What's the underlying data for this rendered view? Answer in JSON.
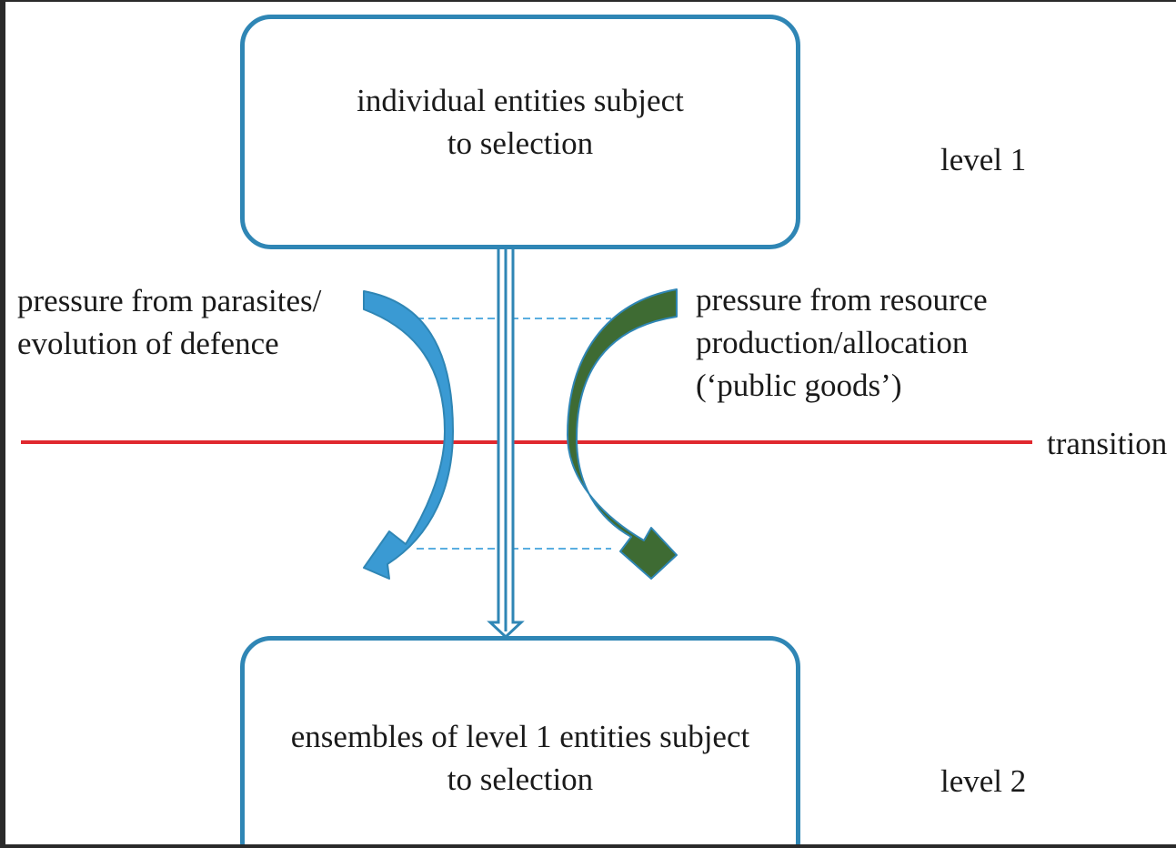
{
  "diagram": {
    "top_box": {
      "text": "individual entities subject\nto selection"
    },
    "bottom_box": {
      "text": "ensembles of level 1 entities subject\nto selection"
    },
    "levels": {
      "level1": "level 1",
      "level2": "level 2"
    },
    "transition_label": "transition",
    "left_pressure": "pressure from parasites/\nevolution of defence",
    "right_pressure": "pressure from resource\nproduction/allocation\n(‘public goods’)"
  },
  "colors": {
    "box_border": "#2f86b5",
    "left_arrow": "#3a9ad3",
    "right_arrow": "#3e6b33",
    "transition_line": "#e0282e",
    "dashed_line": "#5aaee0"
  },
  "icons": {
    "left_arrow": "curved-arrow-down-left",
    "right_arrow": "curved-arrow-down-right",
    "center_arrow": "double-line-arrow-down"
  }
}
